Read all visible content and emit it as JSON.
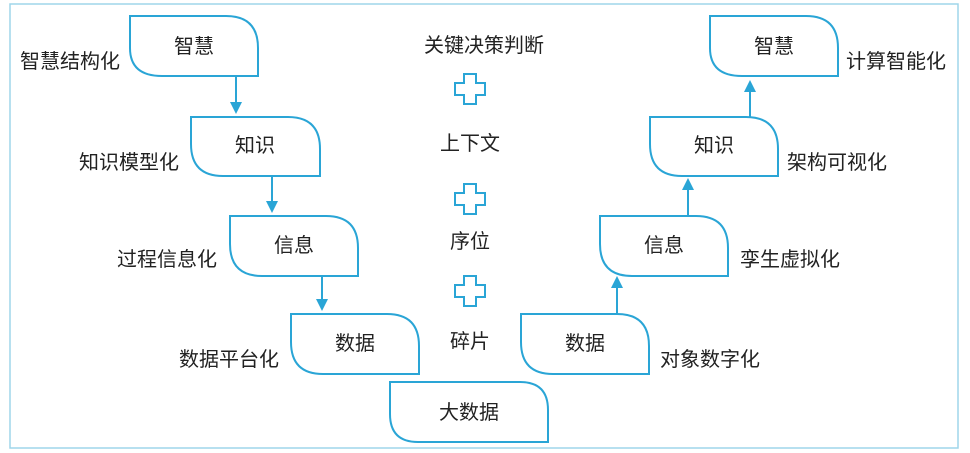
{
  "left_boxes": [
    {
      "label": "智慧",
      "side_label": "智慧结构化"
    },
    {
      "label": "知识",
      "side_label": "知识模型化"
    },
    {
      "label": "信息",
      "side_label": "过程信息化"
    },
    {
      "label": "数据",
      "side_label": "数据平台化"
    }
  ],
  "right_boxes": [
    {
      "label": "智慧",
      "side_label": "计算智能化"
    },
    {
      "label": "知识",
      "side_label": "架构可视化"
    },
    {
      "label": "信息",
      "side_label": "孪生虚拟化"
    },
    {
      "label": "数据",
      "side_label": "对象数字化"
    }
  ],
  "bottom_box": {
    "label": "大数据"
  },
  "center_column": [
    {
      "label": "关键决策判断"
    },
    {
      "label": "上下文"
    },
    {
      "label": "序位"
    },
    {
      "label": "碎片"
    }
  ],
  "plus_symbol": "+",
  "colors": {
    "frame": "#7ec8e3",
    "box_stroke": "#2aa5d6",
    "arrow": "#2aa5d6",
    "plus_fill": "#ffffff",
    "plus_stroke": "#2aa5d6",
    "text": "#222222"
  }
}
